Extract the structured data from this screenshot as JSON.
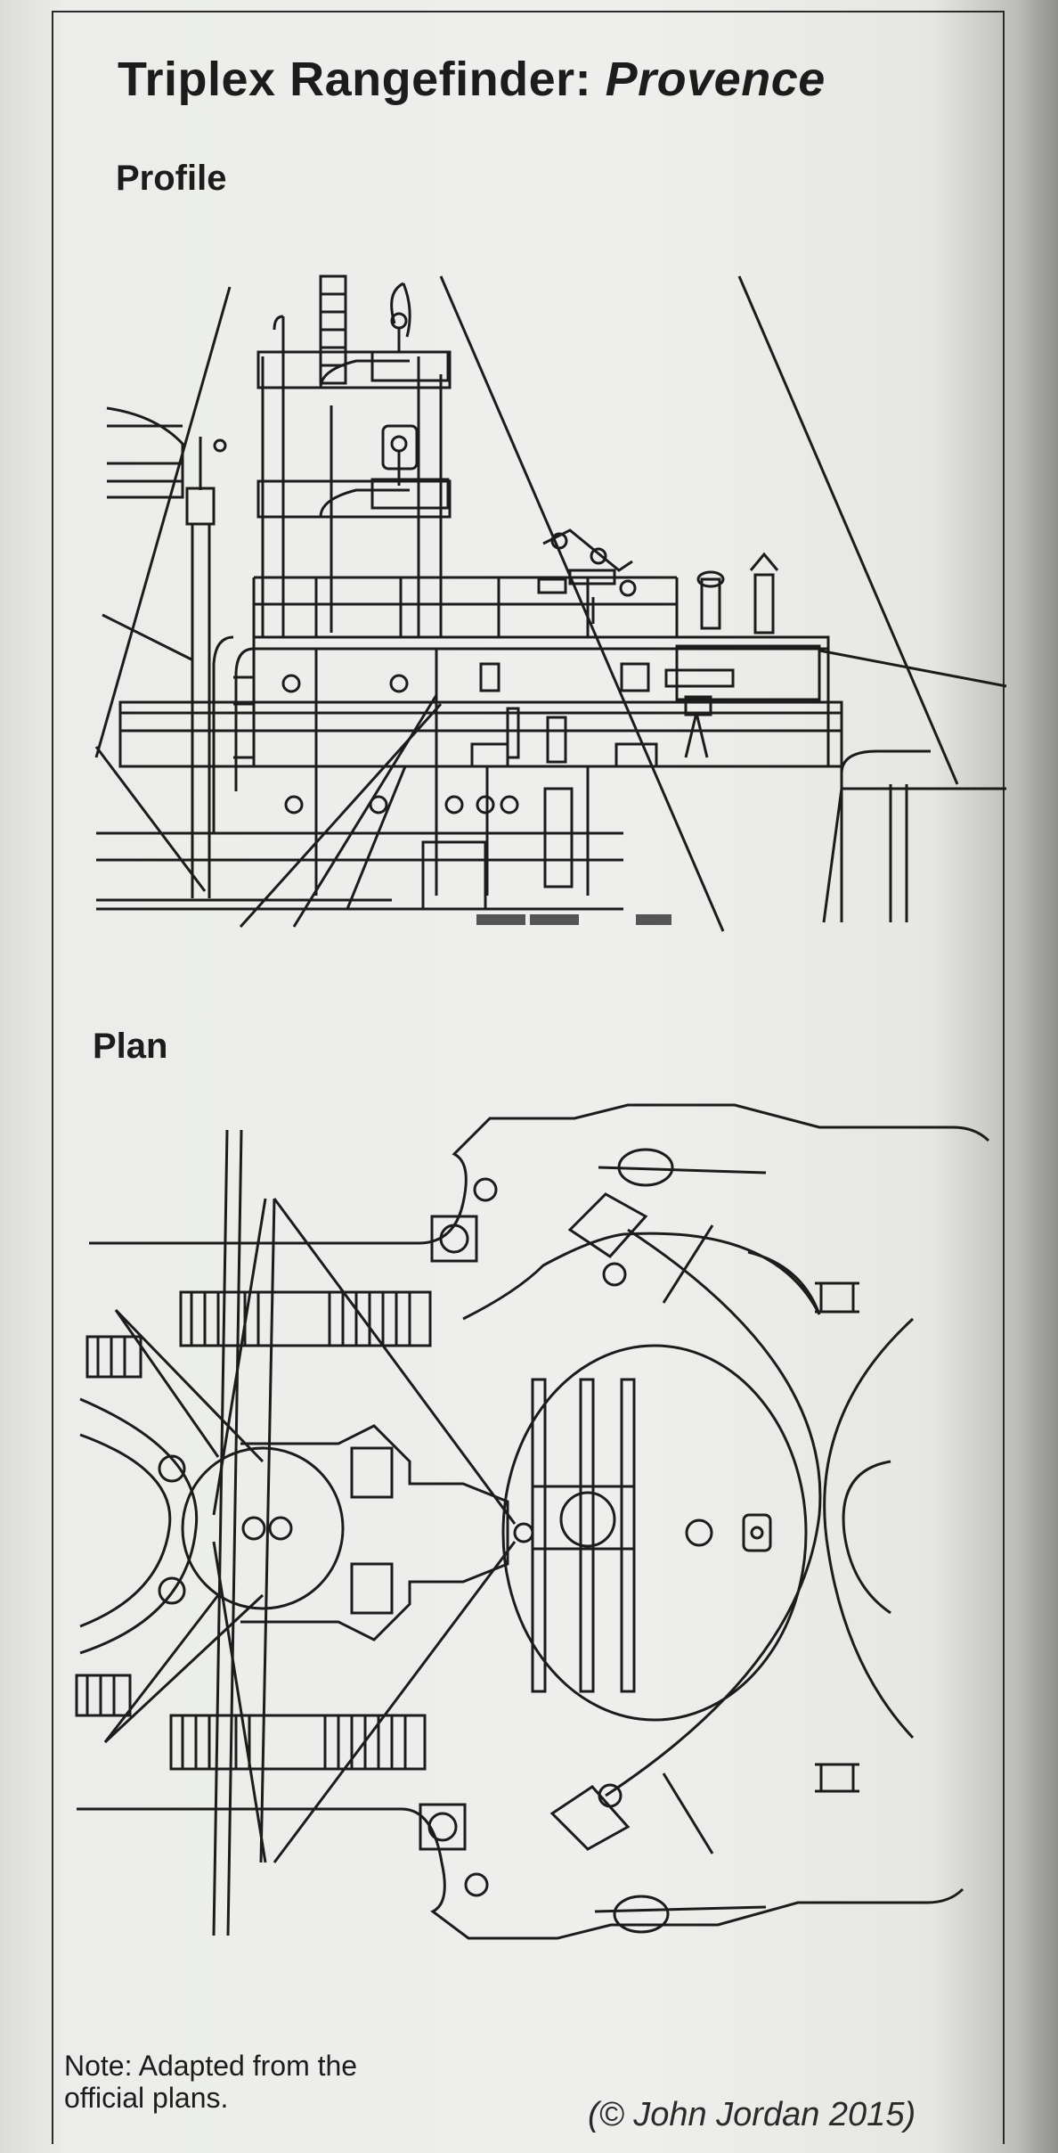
{
  "title": {
    "main": "Triplex Rangefinder:",
    "ship": "Provence"
  },
  "profile": {
    "label": "Profile"
  },
  "plan": {
    "label": "Plan"
  },
  "note": "Note: Adapted from the official plans.",
  "copyright": "(© John Jordan 2015)",
  "colors": {
    "paper": "#eeefec",
    "ink": "#1c1c1c",
    "shadow": "#8e8e8b"
  }
}
